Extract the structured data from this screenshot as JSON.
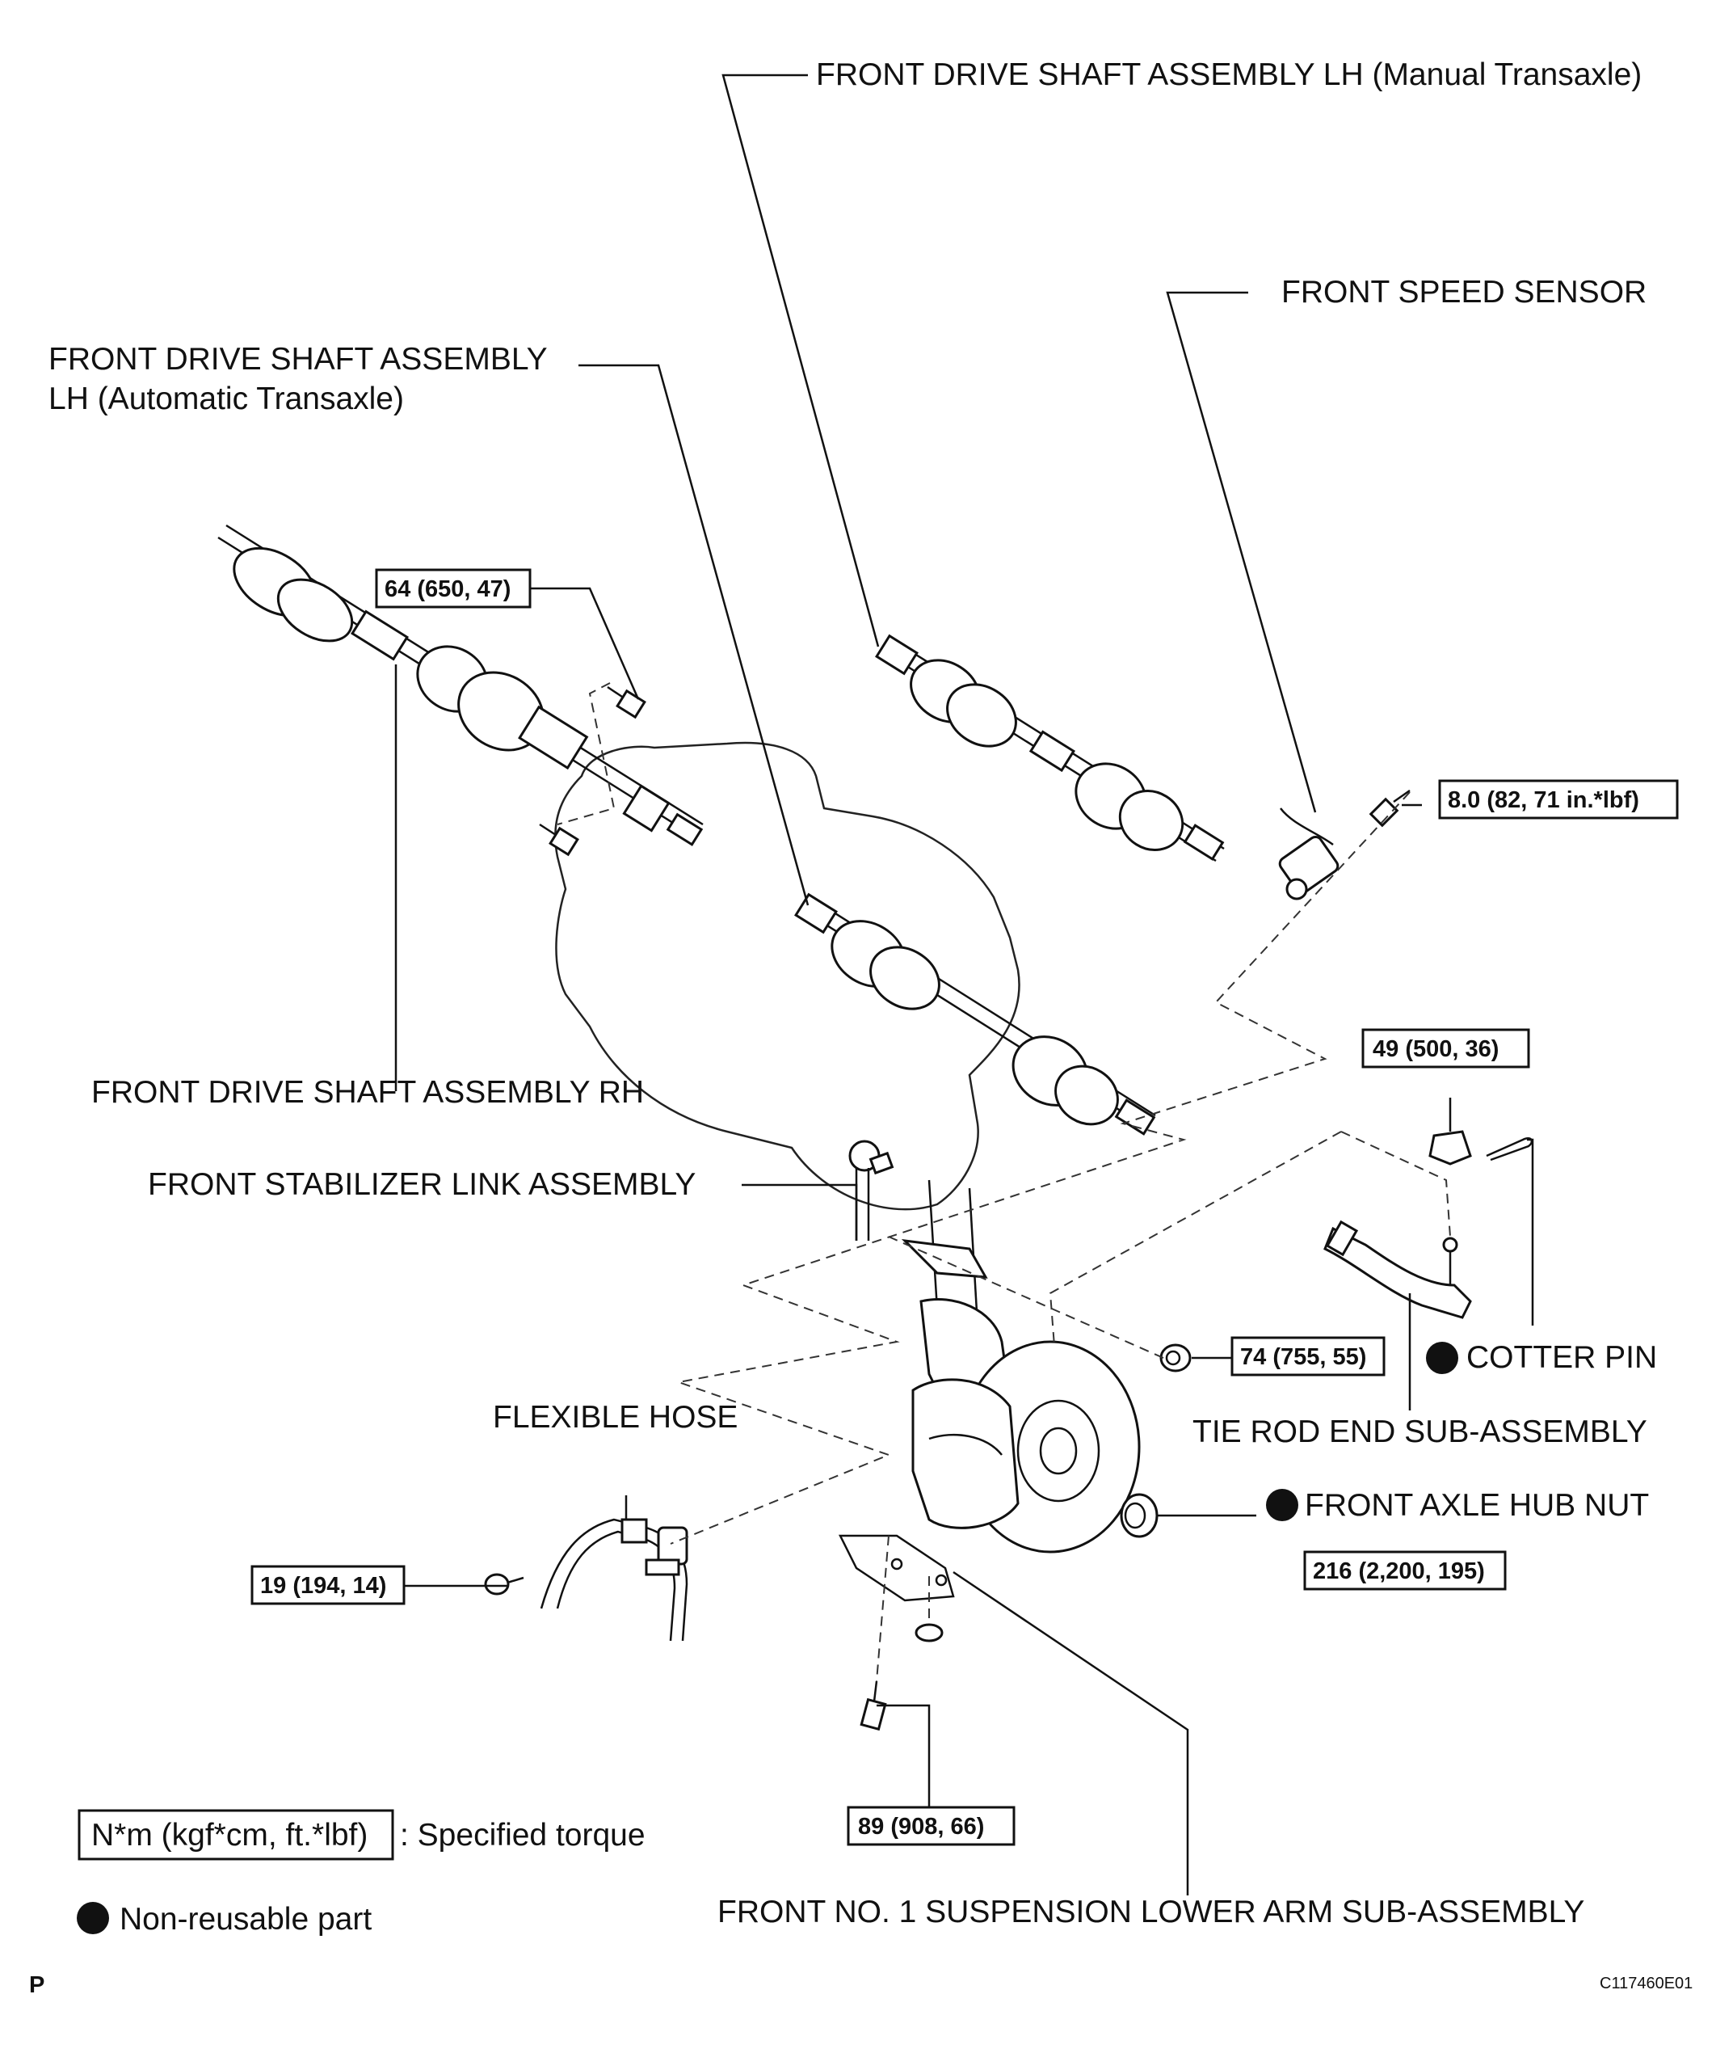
{
  "labels": {
    "drive_shaft_lh_manual": "FRONT DRIVE SHAFT ASSEMBLY LH (Manual Transaxle)",
    "speed_sensor": "FRONT SPEED SENSOR",
    "drive_shaft_lh_auto_line1": "FRONT DRIVE SHAFT ASSEMBLY",
    "drive_shaft_lh_auto_line2": "LH (Automatic Transaxle)",
    "drive_shaft_rh": "FRONT DRIVE SHAFT ASSEMBLY RH",
    "stabilizer_link": "FRONT STABILIZER LINK ASSEMBLY",
    "cotter_pin": "COTTER PIN",
    "tie_rod_end": "TIE ROD END SUB-ASSEMBLY",
    "flexible_hose": "FLEXIBLE HOSE",
    "axle_hub_nut": "FRONT AXLE HUB NUT",
    "lower_arm": "FRONT NO. 1 SUSPENSION LOWER ARM SUB-ASSEMBLY"
  },
  "torques": {
    "t64": "64 (650, 47)",
    "t8": "8.0 (82, 71 in.*lbf)",
    "t49": "49 (500, 36)",
    "t74": "74 (755, 55)",
    "t19": "19 (194, 14)",
    "t216": "216 (2,200, 195)",
    "t89": "89 (908, 66)"
  },
  "legend": {
    "torque_unit": "N*m (kgf*cm, ft.*lbf)",
    "torque_desc": ": Specified torque",
    "nonreusable": "Non-reusable part"
  },
  "footer": {
    "page_mark": "P",
    "figure_id": "C117460E01"
  }
}
